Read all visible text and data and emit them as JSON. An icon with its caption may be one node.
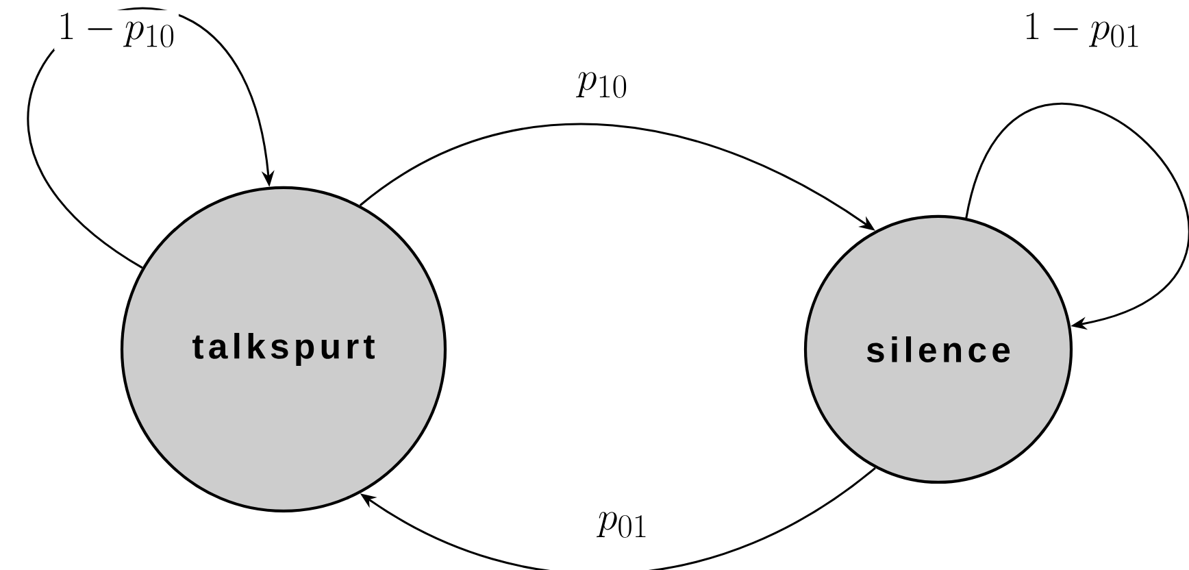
{
  "diagram": {
    "nodes": [
      {
        "text": [
          "talkspurt"
        ]
      },
      {
        "text": [
          "silence"
        ]
      }
    ],
    "edges": [
      {
        "from": 0,
        "to": 0,
        "arrow": "to",
        "label": "1 - p_{10}"
      },
      {
        "from": 0,
        "to": 1,
        "arrow": "to",
        "label": "p_{10}"
      },
      {
        "from": 1,
        "to": 1,
        "arrow": "to",
        "label": "1 - p_{01}"
      },
      {
        "from": 1,
        "to": 0,
        "arrow": "to",
        "label": "p_{01}"
      }
    ]
  }
}
